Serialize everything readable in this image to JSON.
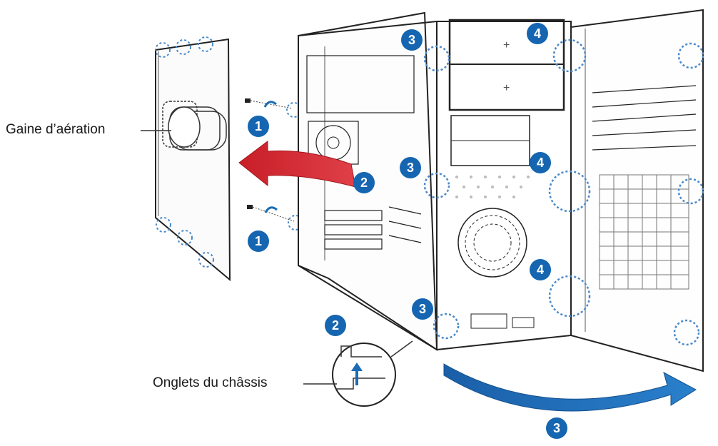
{
  "labels": {
    "air_duct": "Gaine d’aération",
    "chassis_tabs": "Onglets du châssis"
  },
  "steps": {
    "remove_screws": "1",
    "slide_panel": "2",
    "release_tabs": "3",
    "unhook_front": "4"
  },
  "colors": {
    "badge_blue": "#1565b0",
    "arrow_red": "#d3262f",
    "arrow_blue": "#1a6cb5",
    "callout_dots": "#4a89c9",
    "line": "#333333"
  }
}
